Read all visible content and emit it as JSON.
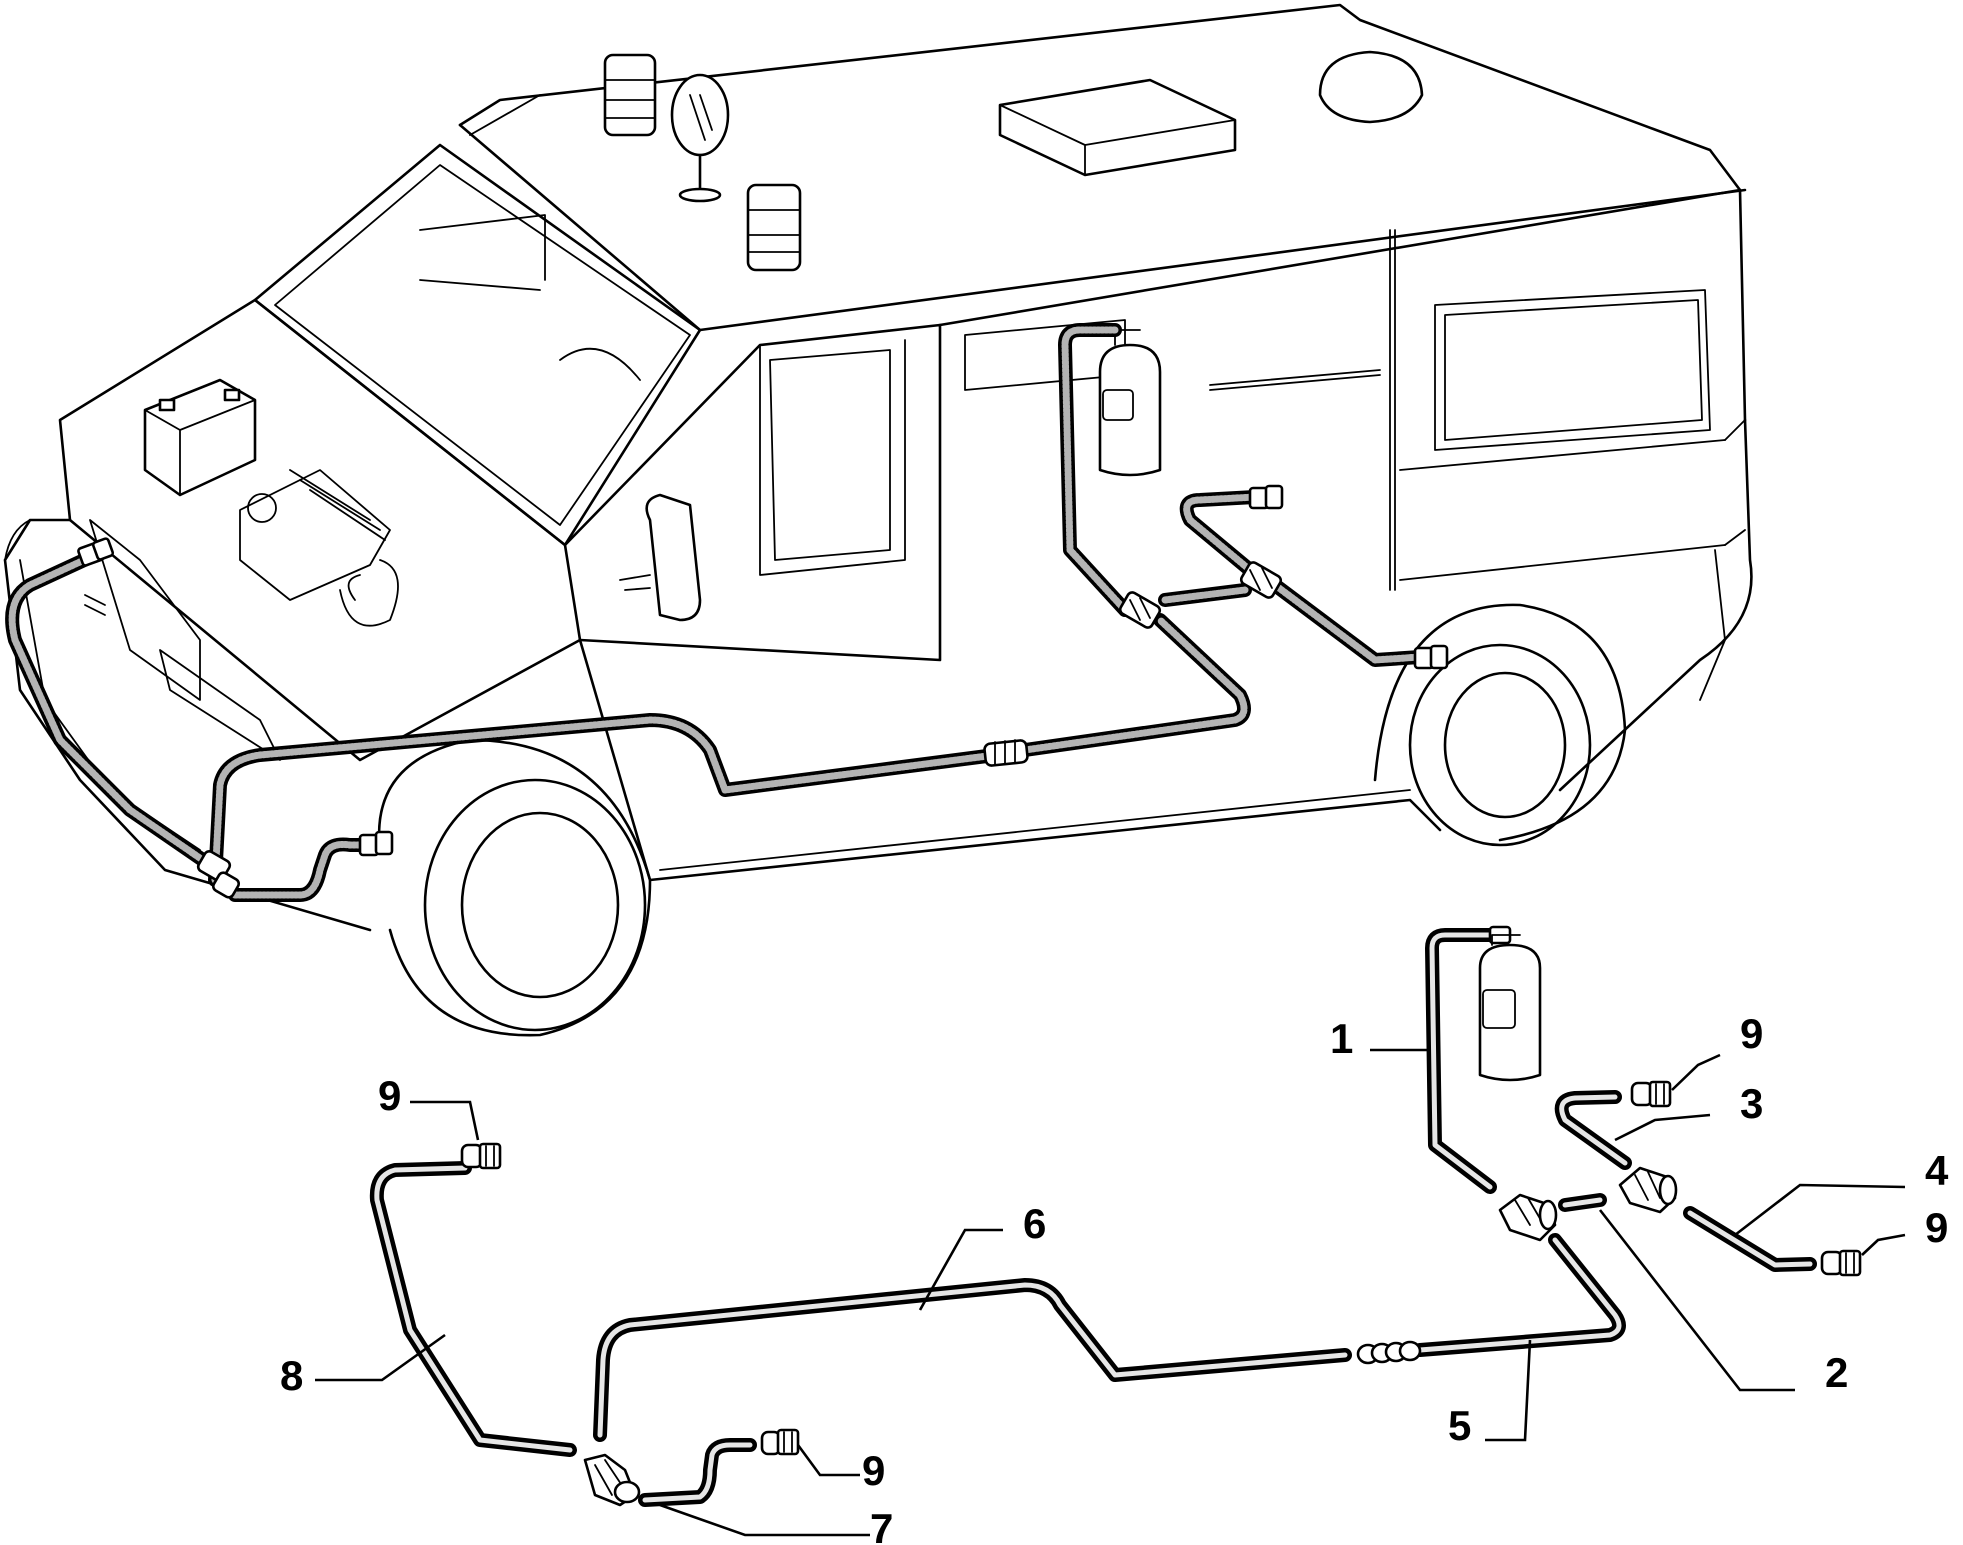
{
  "diagram": {
    "callouts": [
      {
        "id": "c1",
        "label": "1"
      },
      {
        "id": "c2",
        "label": "2"
      },
      {
        "id": "c3",
        "label": "3"
      },
      {
        "id": "c4",
        "label": "4"
      },
      {
        "id": "c5",
        "label": "5"
      },
      {
        "id": "c6",
        "label": "6"
      },
      {
        "id": "c7",
        "label": "7"
      },
      {
        "id": "c8",
        "label": "8"
      },
      {
        "id": "c9a",
        "label": "9"
      },
      {
        "id": "c9b",
        "label": "9"
      },
      {
        "id": "c9c",
        "label": "9"
      },
      {
        "id": "c9d",
        "label": "9"
      }
    ],
    "colors": {
      "line": "#000000",
      "background": "#ffffff",
      "hose_texture": "#b4b4b4"
    }
  }
}
